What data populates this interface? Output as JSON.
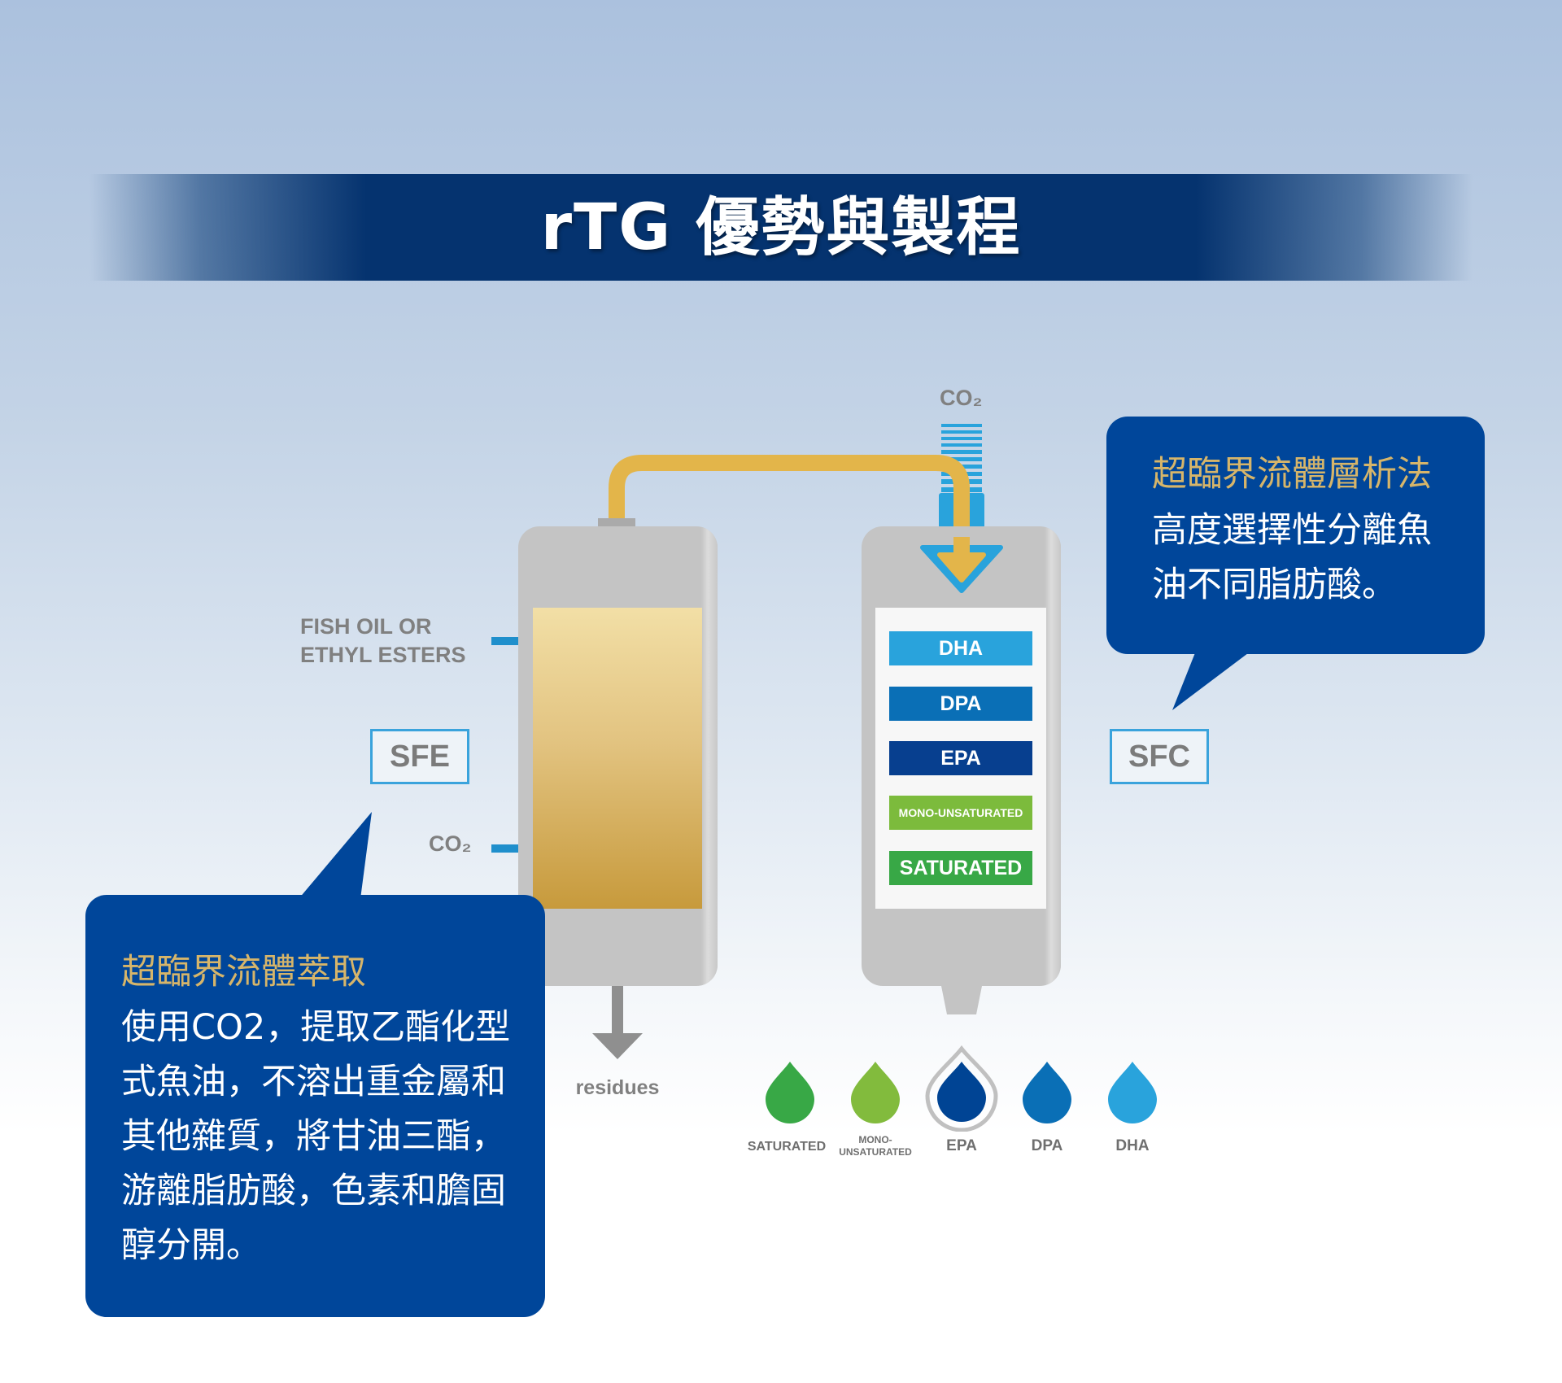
{
  "title": "rTG 優勢與製程",
  "sfe": {
    "label": "SFE",
    "input_oil": [
      "FISH OIL OR",
      "ETHYL ESTERS"
    ],
    "input_co2": "CO₂",
    "output": "residues"
  },
  "sfc": {
    "label": "SFC",
    "input_co2": "CO₂",
    "bands": [
      {
        "label": "DHA",
        "color": "#29a3dc"
      },
      {
        "label": "DPA",
        "color": "#0a6fb6"
      },
      {
        "label": "EPA",
        "color": "#073f8f"
      },
      {
        "label": "MONO-UNSATURATED",
        "color": "#7cbb3c"
      },
      {
        "label": "SATURATED",
        "color": "#38a846"
      }
    ]
  },
  "drops": [
    {
      "label": "SATURATED",
      "color": "#38a846"
    },
    {
      "label": "MONO-\nUNSATURATED",
      "color": "#82bb3d"
    },
    {
      "label": "EPA",
      "color": "#004494",
      "highlighted": true
    },
    {
      "label": "DPA",
      "color": "#0a6fb6"
    },
    {
      "label": "DHA",
      "color": "#29a3dc"
    }
  ],
  "left_bubble": {
    "heading": "超臨界流體萃取",
    "lines": [
      "使用CO2，提取乙酯化型",
      "式魚油，不溶出重金屬和",
      "其他雜質，將甘油三酯，",
      "游離脂肪酸，色素和膽固",
      "醇分開。"
    ]
  },
  "right_bubble": {
    "heading": "超臨界流體層析法",
    "lines": [
      "高度選擇性分離魚",
      "油不同脂肪酸。"
    ]
  }
}
